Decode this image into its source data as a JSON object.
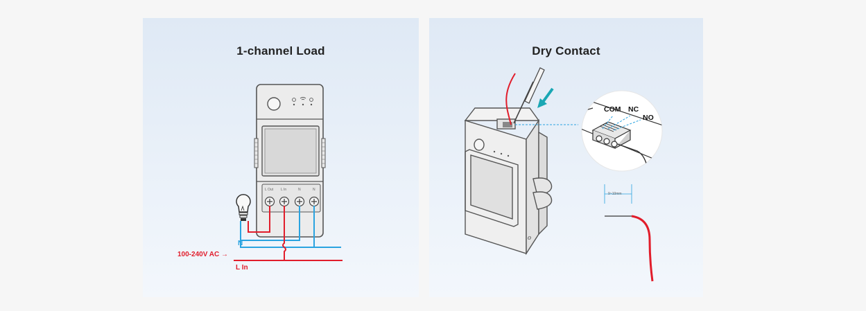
{
  "left_panel": {
    "title": "1-channel Load",
    "terminal_labels": [
      "L Out",
      "L In",
      "N",
      "N"
    ],
    "neutral_label": "N",
    "voltage_label": "100-240V AC →",
    "line_in_label": "L In"
  },
  "right_panel": {
    "title": "Dry Contact",
    "terminal_labels": {
      "com": "COM",
      "nc": "NC",
      "no": "NO"
    },
    "strip_length_label": "9~10mm"
  },
  "colors": {
    "live": "#e11d2b",
    "neutral": "#2aa3e0",
    "insert_arrow": "#1aa7b4",
    "device_body": "#ececec",
    "device_outline": "#555555"
  },
  "icons": [
    "light-bulb-icon",
    "wifi-icon",
    "power-icon",
    "arrow-down-icon"
  ]
}
